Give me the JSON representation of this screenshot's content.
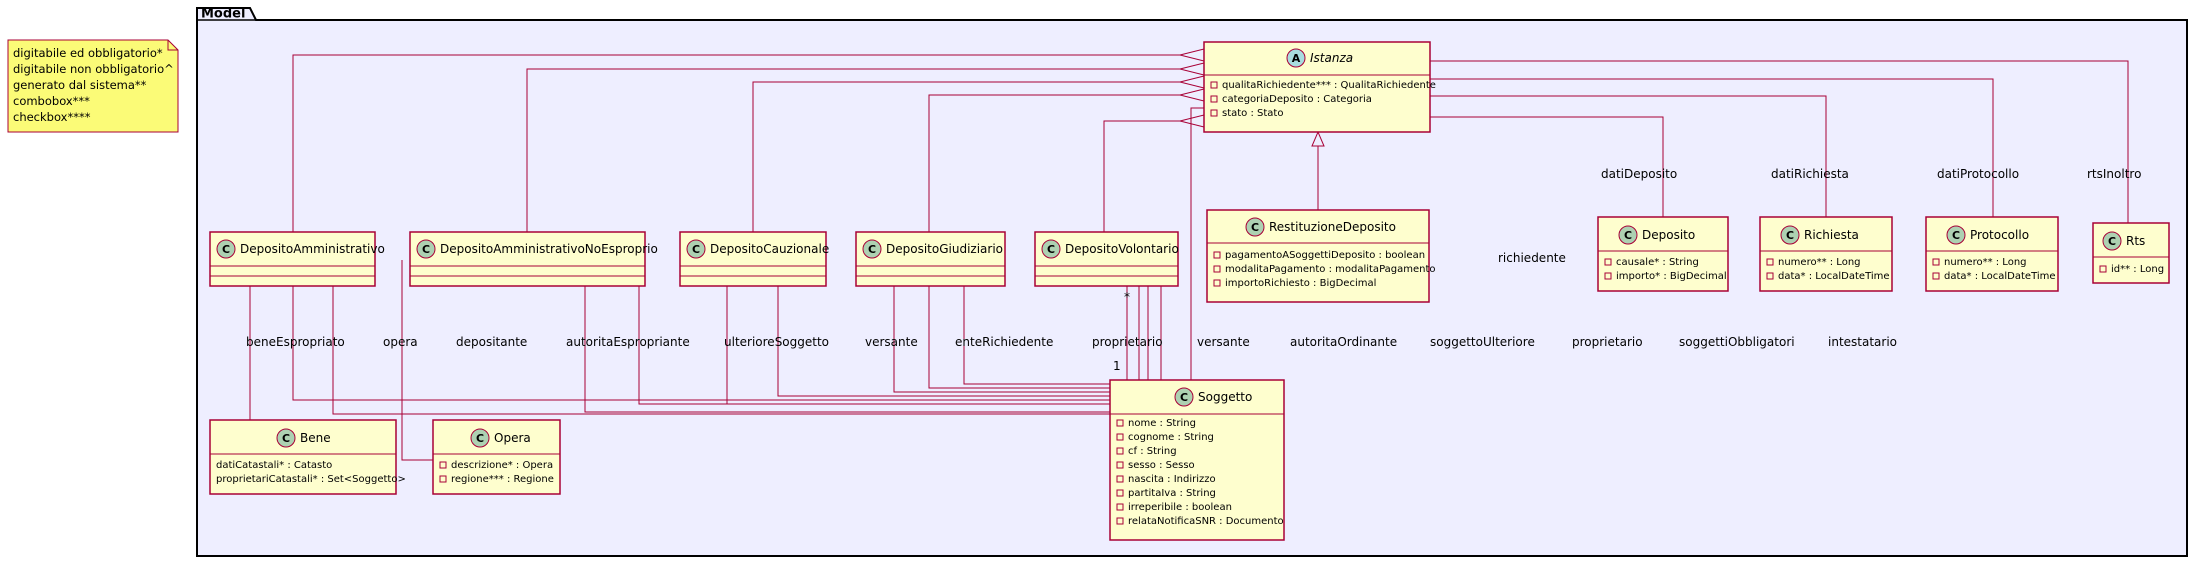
{
  "package": {
    "name": "Model"
  },
  "note": {
    "lines": [
      "digitabile ed obbligatorio*",
      "digitabile non obbligatorio^",
      "generato dal sistema**",
      "combobox***",
      "checkbox****"
    ]
  },
  "classes": {
    "istanza": {
      "name": "Istanza",
      "stereotype_letter": "A",
      "attributes": [
        "qualitaRichiedente*** : QualitaRichiedente",
        "categoriaDeposito : Categoria",
        "stato : Stato"
      ]
    },
    "restituzione_deposito": {
      "name": "RestituzioneDeposito",
      "stereotype_letter": "C",
      "attributes": [
        "pagamentoASoggettiDeposito : boolean",
        "modalitaPagamento : modalitaPagamento",
        "importoRichiesto : BigDecimal"
      ]
    },
    "deposito": {
      "name": "Deposito",
      "stereotype_letter": "C",
      "attributes": [
        "causale* : String",
        "importo* : BigDecimal"
      ]
    },
    "richiesta": {
      "name": "Richiesta",
      "stereotype_letter": "C",
      "attributes": [
        "numero** : Long",
        "data* : LocalDateTime"
      ]
    },
    "protocollo": {
      "name": "Protocollo",
      "stereotype_letter": "C",
      "attributes": [
        "numero** : Long",
        "data* : LocalDateTime"
      ]
    },
    "rts": {
      "name": "Rts",
      "stereotype_letter": "C",
      "attributes": [
        "id** : Long"
      ]
    },
    "deposito_amministrativo": {
      "name": "DepositoAmministrativo",
      "stereotype_letter": "C",
      "attributes": []
    },
    "deposito_amministrativo_no_esproprio": {
      "name": "DepositoAmministrativoNoEsproprio",
      "stereotype_letter": "C",
      "attributes": []
    },
    "deposito_cauzionale": {
      "name": "DepositoCauzionale",
      "stereotype_letter": "C",
      "attributes": []
    },
    "deposito_giudiziario": {
      "name": "DepositoGiudiziario",
      "stereotype_letter": "C",
      "attributes": []
    },
    "deposito_volontario": {
      "name": "DepositoVolontario",
      "stereotype_letter": "C",
      "attributes": []
    },
    "soggetto": {
      "name": "Soggetto",
      "stereotype_letter": "C",
      "attributes": [
        "nome : String",
        "cognome : String",
        "cf : String",
        "sesso : Sesso",
        "nascita : Indirizzo",
        "partitaIva : String",
        "irreperibile : boolean",
        "relataNotificaSNR : Documento"
      ]
    },
    "bene": {
      "name": "Bene",
      "stereotype_letter": "C",
      "attributes": [
        "datiCatastali* : Catasto",
        "proprietariCatastali* : Set<Soggetto>"
      ]
    },
    "opera": {
      "name": "Opera",
      "stereotype_letter": "C",
      "attributes": [
        "descrizione* : Opera",
        "regione*** : Regione"
      ]
    }
  },
  "association_labels": {
    "dati_deposito": "datiDeposito",
    "dati_richiesta": "datiRichiesta",
    "dati_protocollo": "datiProtocollo",
    "rts_inoltro": "rtsInoltro",
    "richiedente": "richiedente",
    "bene_espropriato": "beneEspropriato",
    "opera": "opera",
    "depositante": "depositante",
    "autorita_espropriante": "autoritaEspropriante",
    "ulteriore_soggetto": "ulterioreSoggetto",
    "versante_1": "versante",
    "ente_richiedente": "enteRichiedente",
    "proprietario_1": "proprietario",
    "versante_2": "versante",
    "autorita_ordinante": "autoritaOrdinante",
    "soggetto_ulteriore": "soggettoUlteriore",
    "proprietario_2": "proprietario",
    "soggetti_obbligatori": "soggettiObbligatori",
    "intestatario": "intestatario"
  },
  "multiplicities": {
    "many": "*",
    "one": "1"
  },
  "colors": {
    "package_fill": "#eeeeff",
    "class_fill": "#fefece",
    "class_border": "#a80036",
    "note_fill": "#fbfb77",
    "circle_c": "#add1b2",
    "circle_a": "#a9dcdf"
  }
}
